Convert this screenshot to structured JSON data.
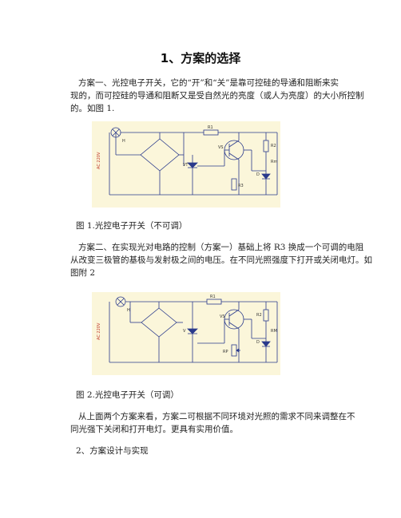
{
  "title": "1、方案的选择",
  "para1": [
    "方案一、光控电子开关，它的“开”和“关”是靠可控硅的导通和阻断来实",
    "现的，而可控硅的导通和阻断又是受自然光的亮度（或人为亮度）的大小所控制",
    "的。如图 1."
  ],
  "figure1": {
    "labels": {
      "lamp": "H",
      "source": "AC 220V",
      "r1": "R1",
      "scr": "VS",
      "transistor": "VT",
      "r2": "R2",
      "r3": "R3",
      "d": "D",
      "ldr": "Rm"
    }
  },
  "caption1": "图 1.光控电子开关（不可调）",
  "para2": [
    "方案二、在实现光对电路的控制（方案一）基础上将 R3 换成一个可调的电阻",
    "从改变三极管的基极与发射极之间的电压。在不同光照强度下打开或关闭电灯。如",
    "图附 2"
  ],
  "figure2": {
    "labels": {
      "lamp": "H",
      "source": "AC 220V",
      "r1": "R1",
      "scr": "VS",
      "transistor": "V",
      "r2": "R2",
      "rp": "RP",
      "d": "D",
      "ldr": "RM"
    }
  },
  "caption2": "图 2.光控电子开关（可调）",
  "para3": [
    "从上面两个方案来看，方案二可根据不同环境对光照的需求不同来调整在不",
    "同光强下关闭和打开电灯。更具有实用价值。"
  ],
  "section2": "2、方案设计与实现",
  "colors": {
    "figure_bg": "#fbf6da",
    "wire": "#2a3a8c",
    "label_red": "#c0392b"
  }
}
